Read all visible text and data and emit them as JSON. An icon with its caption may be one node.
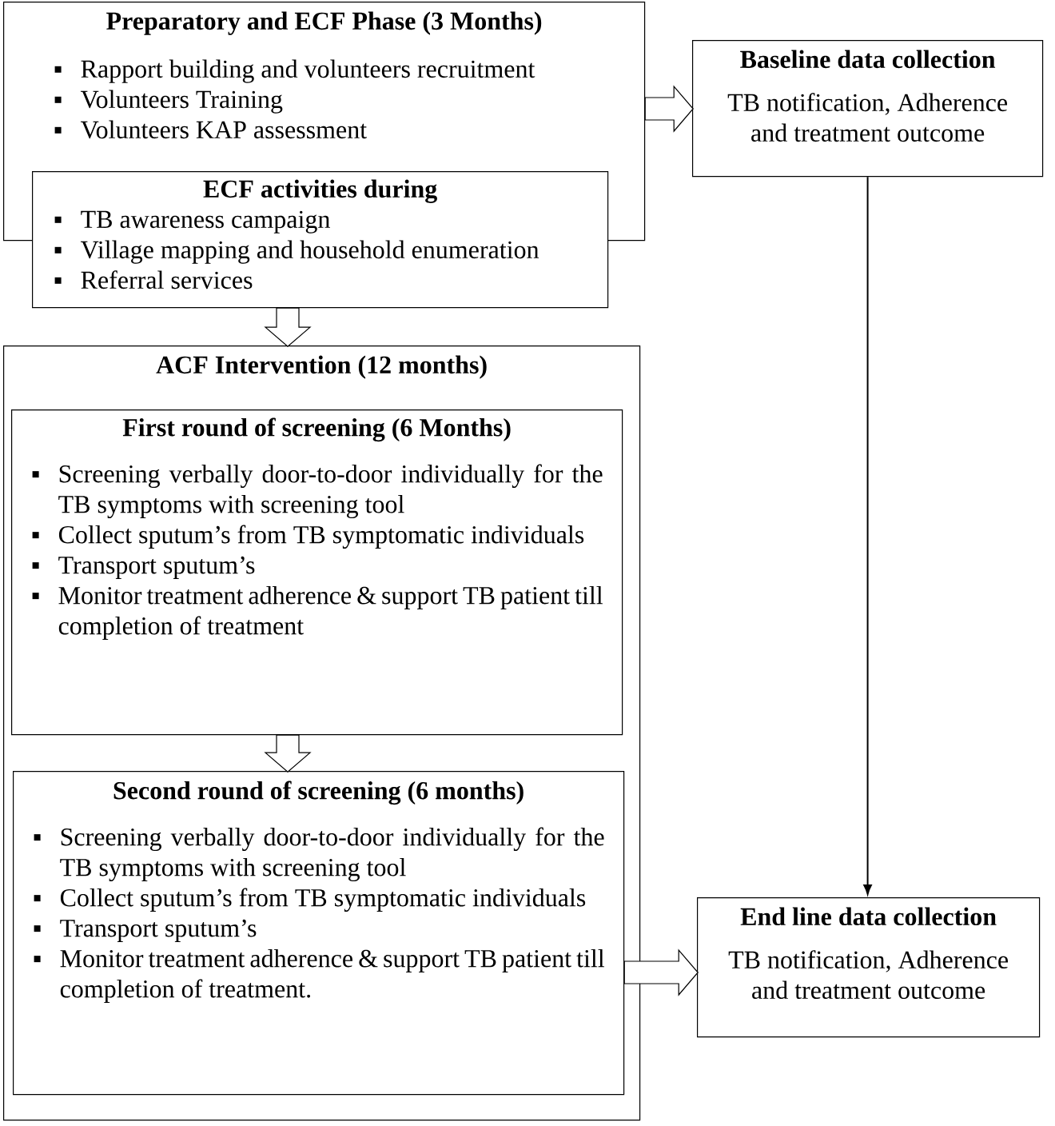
{
  "diagram": {
    "nodes": [
      {
        "text": [
          "Preparatory and ECF Phase (3 Months)",
          "Rapport building and volunteers recruitment",
          "Volunteers Training",
          "Volunteers KAP assessment"
        ]
      },
      {
        "text": [
          "ECF activities during",
          "TB awareness campaign",
          "Village mapping and household enumeration",
          "Referral services"
        ]
      },
      {
        "text": [
          "Baseline data collection",
          "TB notification, Adherence and treatment outcome"
        ]
      },
      {
        "text": [
          "ACF Intervention (12 months)"
        ]
      },
      {
        "text": [
          "First round of screening (6 Months)",
          "Screening verbally door-to-door individually for the TB symptoms with screening tool",
          "Collect sputum’s from TB symptomatic individuals",
          "Transport sputum’s",
          "Monitor treatment adherence & support TB patient till completion of treatment"
        ],
        "in": 3
      },
      {
        "text": [
          "Second round of screening (6 months)",
          "Screening verbally door-to-door individually for the TB symptoms with screening tool",
          "Collect sputum’s from TB symptomatic individuals",
          "Transport sputum’s",
          "Monitor treatment adherence & support TB patient till completion of treatment."
        ],
        "in": 3
      },
      {
        "text": [
          "End line data collection",
          "TB notification, Adherence and treatment outcome"
        ]
      }
    ],
    "edges": [
      {
        "from": 0,
        "to": 2,
        "arrow": "to"
      },
      {
        "from": 1,
        "to": 3,
        "arrow": "to"
      },
      {
        "from": 4,
        "to": 5,
        "arrow": "to"
      },
      {
        "from": 5,
        "to": 6,
        "arrow": "to"
      },
      {
        "from": 2,
        "to": 6,
        "arrow": "to"
      }
    ]
  }
}
